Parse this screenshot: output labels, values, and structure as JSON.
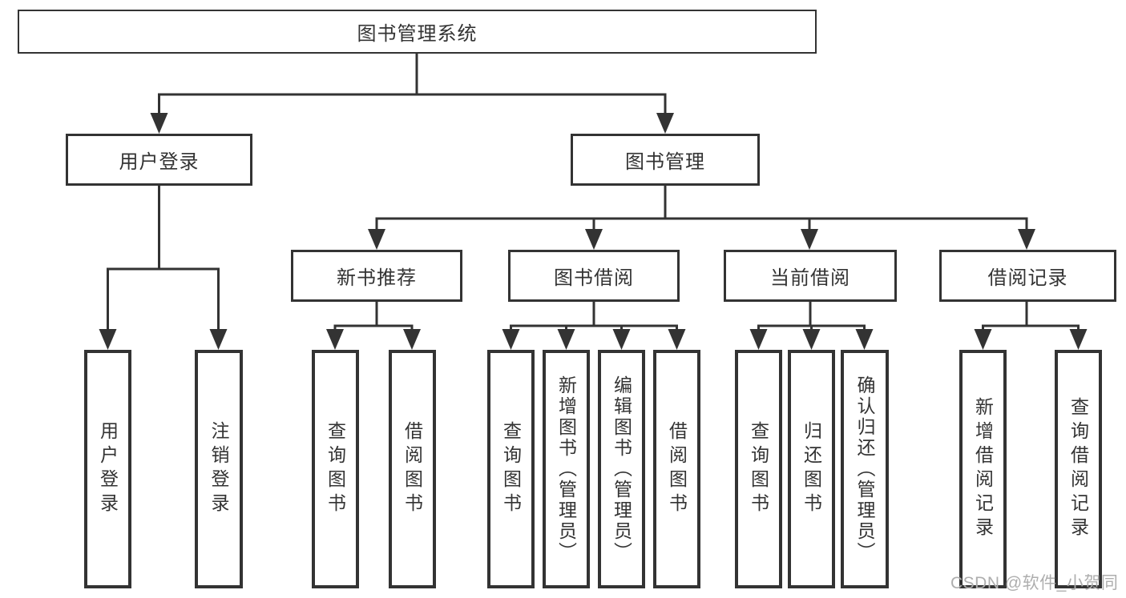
{
  "diagram": {
    "tree": {
      "label": "图书管理系统",
      "children": [
        {
          "label": "用户登录",
          "children": [
            {
              "label": "用户登录"
            },
            {
              "label": "注销登录"
            }
          ]
        },
        {
          "label": "图书管理",
          "children": [
            {
              "label": "新书推荐",
              "children": [
                {
                  "label": "查询图书"
                },
                {
                  "label": "借阅图书"
                }
              ]
            },
            {
              "label": "图书借阅",
              "children": [
                {
                  "label": "查询图书"
                },
                {
                  "label": "新增图书（管理员）"
                },
                {
                  "label": "编辑图书（管理员）"
                },
                {
                  "label": "借阅图书"
                }
              ]
            },
            {
              "label": "当前借阅",
              "children": [
                {
                  "label": "查询图书"
                },
                {
                  "label": "归还图书"
                },
                {
                  "label": "确认归还（管理员）"
                }
              ]
            },
            {
              "label": "借阅记录",
              "children": [
                {
                  "label": "新增借阅记录"
                },
                {
                  "label": "查询借阅记录"
                }
              ]
            }
          ]
        }
      ]
    },
    "watermark": "CSDN @软件_小贺同学",
    "colors": {
      "line": "#333333",
      "box_border": "#333333",
      "box_fill": "#ffffff",
      "text": "#333333",
      "watermark": "#aeaeae"
    }
  }
}
